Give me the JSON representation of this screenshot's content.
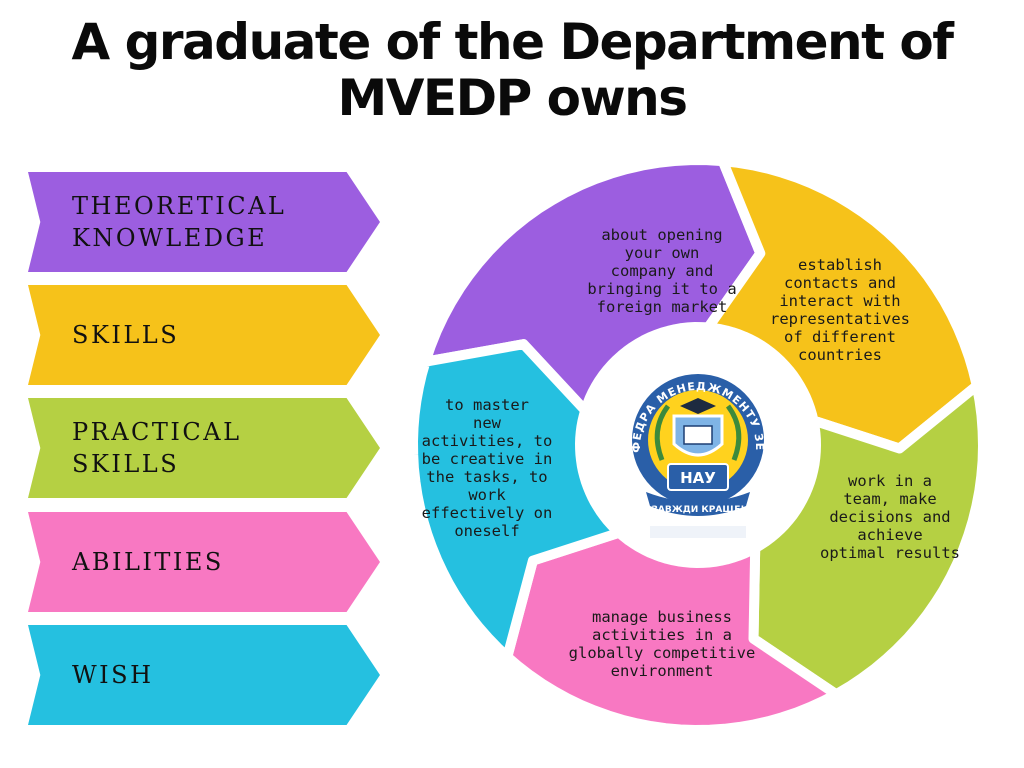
{
  "title": {
    "line1": "A graduate of the Department of",
    "line2": "MVEDP owns"
  },
  "categories": [
    {
      "lines": [
        "THEORETICAL",
        "KNOWLEDGE"
      ],
      "color": "#9c5ee0"
    },
    {
      "lines": [
        "SKILLS"
      ],
      "color": "#f6c21a"
    },
    {
      "lines": [
        "PRACTICAL",
        "SKILLS"
      ],
      "color": "#b5d043"
    },
    {
      "lines": [
        "ABILITIES"
      ],
      "color": "#f878c2"
    },
    {
      "lines": [
        "WISH"
      ],
      "color": "#25c0e0"
    }
  ],
  "cycle": {
    "segments": [
      {
        "color": "#9c5ee0",
        "lines": [
          "about opening",
          "your own",
          "company and",
          "bringing it to a",
          "foreign market"
        ]
      },
      {
        "color": "#f6c21a",
        "lines": [
          "establish",
          "contacts and",
          "interact with",
          "representatives",
          "of different",
          "countries"
        ]
      },
      {
        "color": "#b5d043",
        "lines": [
          "work in a",
          "team, make",
          "decisions and",
          "achieve",
          "optimal results"
        ]
      },
      {
        "color": "#f878c2",
        "lines": [
          "manage business",
          "activities in a",
          "globally competitive",
          "environment"
        ]
      },
      {
        "color": "#25c0e0",
        "lines": [
          "to master",
          "new",
          "activities, to",
          "be creative in",
          "the tasks, to",
          "work",
          "effectively on",
          "oneself"
        ]
      }
    ]
  },
  "emblem": {
    "ring_text": "КАФЕДРА МЕНЕДЖМЕНТУ ЗЕДП",
    "banner_text": "НАУ",
    "ribbon_text": "ЗАВЖДИ КРАЩЕ!",
    "colors": {
      "ring": "#2a5fa8",
      "inner": "#ffd21e",
      "shield": "#7fb4e6",
      "banner": "#2a5fa8"
    }
  }
}
